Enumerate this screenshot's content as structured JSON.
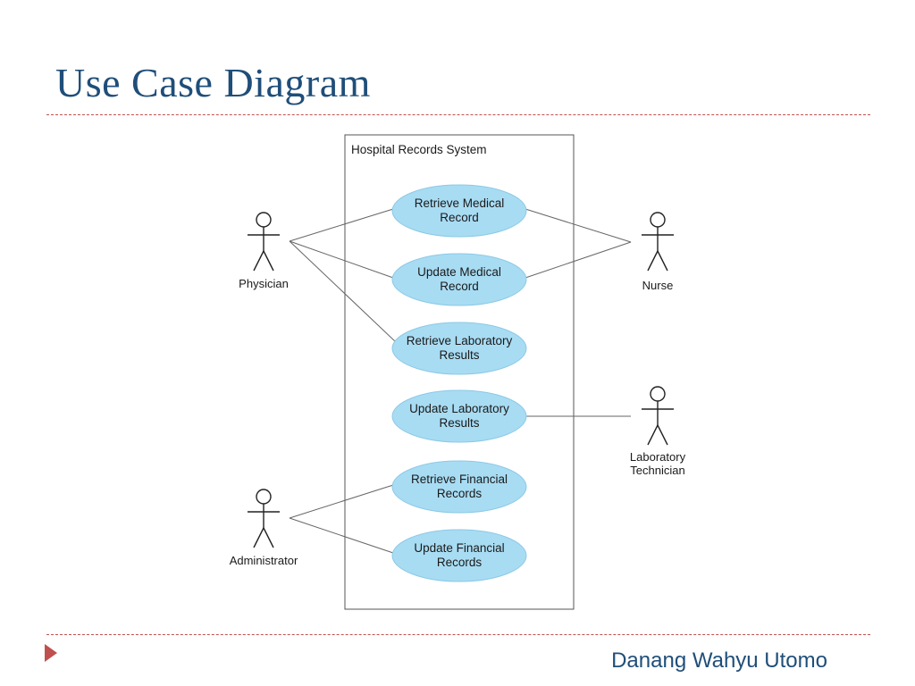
{
  "slide": {
    "title": "Use Case Diagram",
    "author": "Danang Wahyu Utomo"
  },
  "diagram": {
    "system_name": "Hospital Records System",
    "use_cases": [
      {
        "line1": "Retrieve Medical",
        "line2": "Record"
      },
      {
        "line1": "Update Medical",
        "line2": "Record"
      },
      {
        "line1": "Retrieve Laboratory",
        "line2": "Results"
      },
      {
        "line1": "Update Laboratory",
        "line2": "Results"
      },
      {
        "line1": "Retrieve Financial",
        "line2": "Records"
      },
      {
        "line1": "Update Financial",
        "line2": "Records"
      }
    ],
    "actors": [
      {
        "line1": "Physician",
        "line2": ""
      },
      {
        "line1": "Nurse",
        "line2": ""
      },
      {
        "line1": "Laboratory",
        "line2": "Technician"
      },
      {
        "line1": "Administrator",
        "line2": ""
      }
    ],
    "colors": {
      "use_case_fill": "#a8dcf3",
      "use_case_stroke": "#8cc9e6",
      "title": "#1f4e79",
      "accent": "#c0504d"
    }
  }
}
